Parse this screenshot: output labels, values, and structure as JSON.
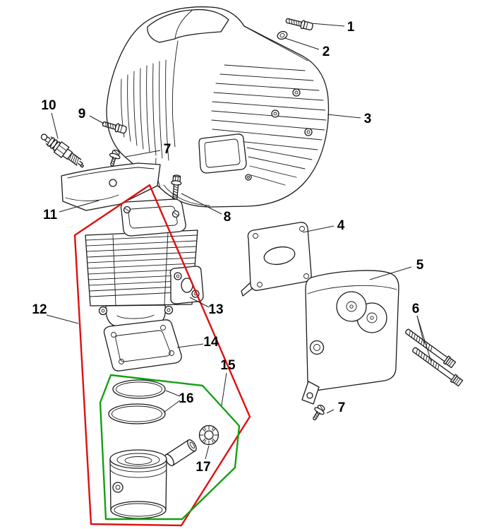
{
  "figure": {
    "background": "#ffffff",
    "outline_color": "#1b1b1b",
    "group_outlines": {
      "cylinder_assembly": {
        "color": "#dd1111",
        "name": "red-group-outline"
      },
      "piston_assembly": {
        "color": "#14a014",
        "name": "green-group-outline"
      }
    },
    "callouts": [
      {
        "label": "1",
        "part": "flange-screw"
      },
      {
        "label": "2",
        "part": "washer"
      },
      {
        "label": "3",
        "part": "engine-cover"
      },
      {
        "label": "4",
        "part": "muffler-gasket"
      },
      {
        "label": "5",
        "part": "muffler"
      },
      {
        "label": "6",
        "part": "muffler-bolts"
      },
      {
        "label": "7",
        "part": "screw-with-washer-upper"
      },
      {
        "label": "7",
        "part": "screw-with-washer-lower"
      },
      {
        "label": "8",
        "part": "cylinder-bolt"
      },
      {
        "label": "9",
        "part": "cover-screw"
      },
      {
        "label": "10",
        "part": "spark-plug"
      },
      {
        "label": "11",
        "part": "heat-shield-plate"
      },
      {
        "label": "12",
        "part": "cylinder-assembly-group"
      },
      {
        "label": "13",
        "part": "cylinder"
      },
      {
        "label": "14",
        "part": "cylinder-base-gasket"
      },
      {
        "label": "15",
        "part": "piston-assembly-group"
      },
      {
        "label": "16",
        "part": "piston-rings"
      },
      {
        "label": "17",
        "part": "needle-bearing"
      }
    ]
  }
}
